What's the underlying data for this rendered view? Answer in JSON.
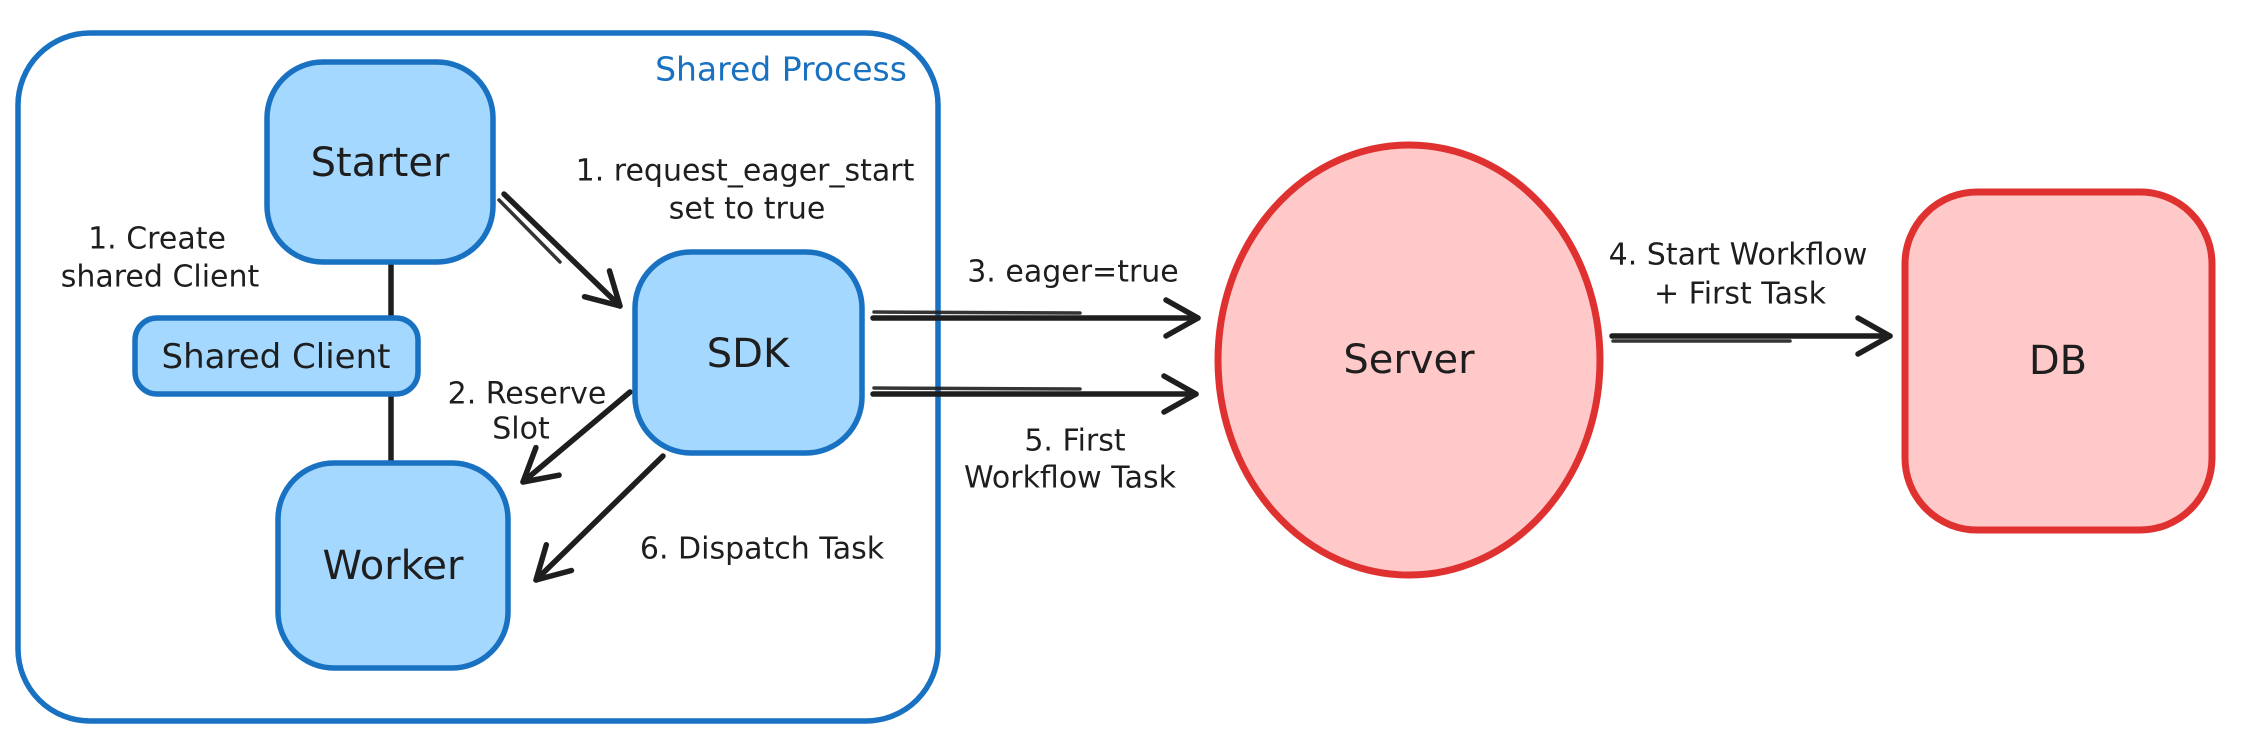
{
  "container": {
    "label": "Shared Process"
  },
  "nodes": {
    "starter": {
      "label": "Starter"
    },
    "shared_client": {
      "label": "Shared Client"
    },
    "worker": {
      "label": "Worker"
    },
    "sdk": {
      "label": "SDK"
    },
    "server": {
      "label": "Server"
    },
    "db": {
      "label": "DB"
    }
  },
  "annotations": {
    "create_shared_client": {
      "line1": "1. Create",
      "line2": "shared Client"
    },
    "request_eager_start": {
      "line1": "1. request_eager_start",
      "line2": "set to true"
    },
    "reserve_slot": {
      "line1": "2. Reserve",
      "line2": "Slot"
    },
    "eager_true": {
      "line1": "3. eager=true"
    },
    "start_workflow": {
      "line1": "4. Start Workflow",
      "line2": "+ First Task"
    },
    "first_workflow_task": {
      "line1": "5. First",
      "line2": "Workflow Task"
    },
    "dispatch_task": {
      "line1": "6. Dispatch Task"
    }
  },
  "edges": [
    {
      "from": "starter",
      "to": "shared_client_worker",
      "label_key": "create_shared_client",
      "style": "plain-line"
    },
    {
      "from": "starter",
      "to": "sdk",
      "label_key": "request_eager_start",
      "style": "arrow"
    },
    {
      "from": "sdk",
      "to": "worker",
      "label_key": "reserve_slot",
      "style": "arrow"
    },
    {
      "from": "sdk",
      "to": "server",
      "label_key": "eager_true",
      "style": "arrow"
    },
    {
      "from": "server",
      "to": "db",
      "label_key": "start_workflow",
      "style": "arrow"
    },
    {
      "from": "sdk",
      "to": "server",
      "label_key": "first_workflow_task",
      "style": "arrow"
    },
    {
      "from": "sdk",
      "to": "worker",
      "label_key": "dispatch_task",
      "style": "arrow"
    }
  ],
  "colors": {
    "blue_stroke": "#1971c2",
    "blue_fill": "#a5d8ff",
    "red_stroke": "#e03131",
    "red_fill": "#ffc9c9",
    "text": "#1e1e1e",
    "background": "#ffffff"
  }
}
